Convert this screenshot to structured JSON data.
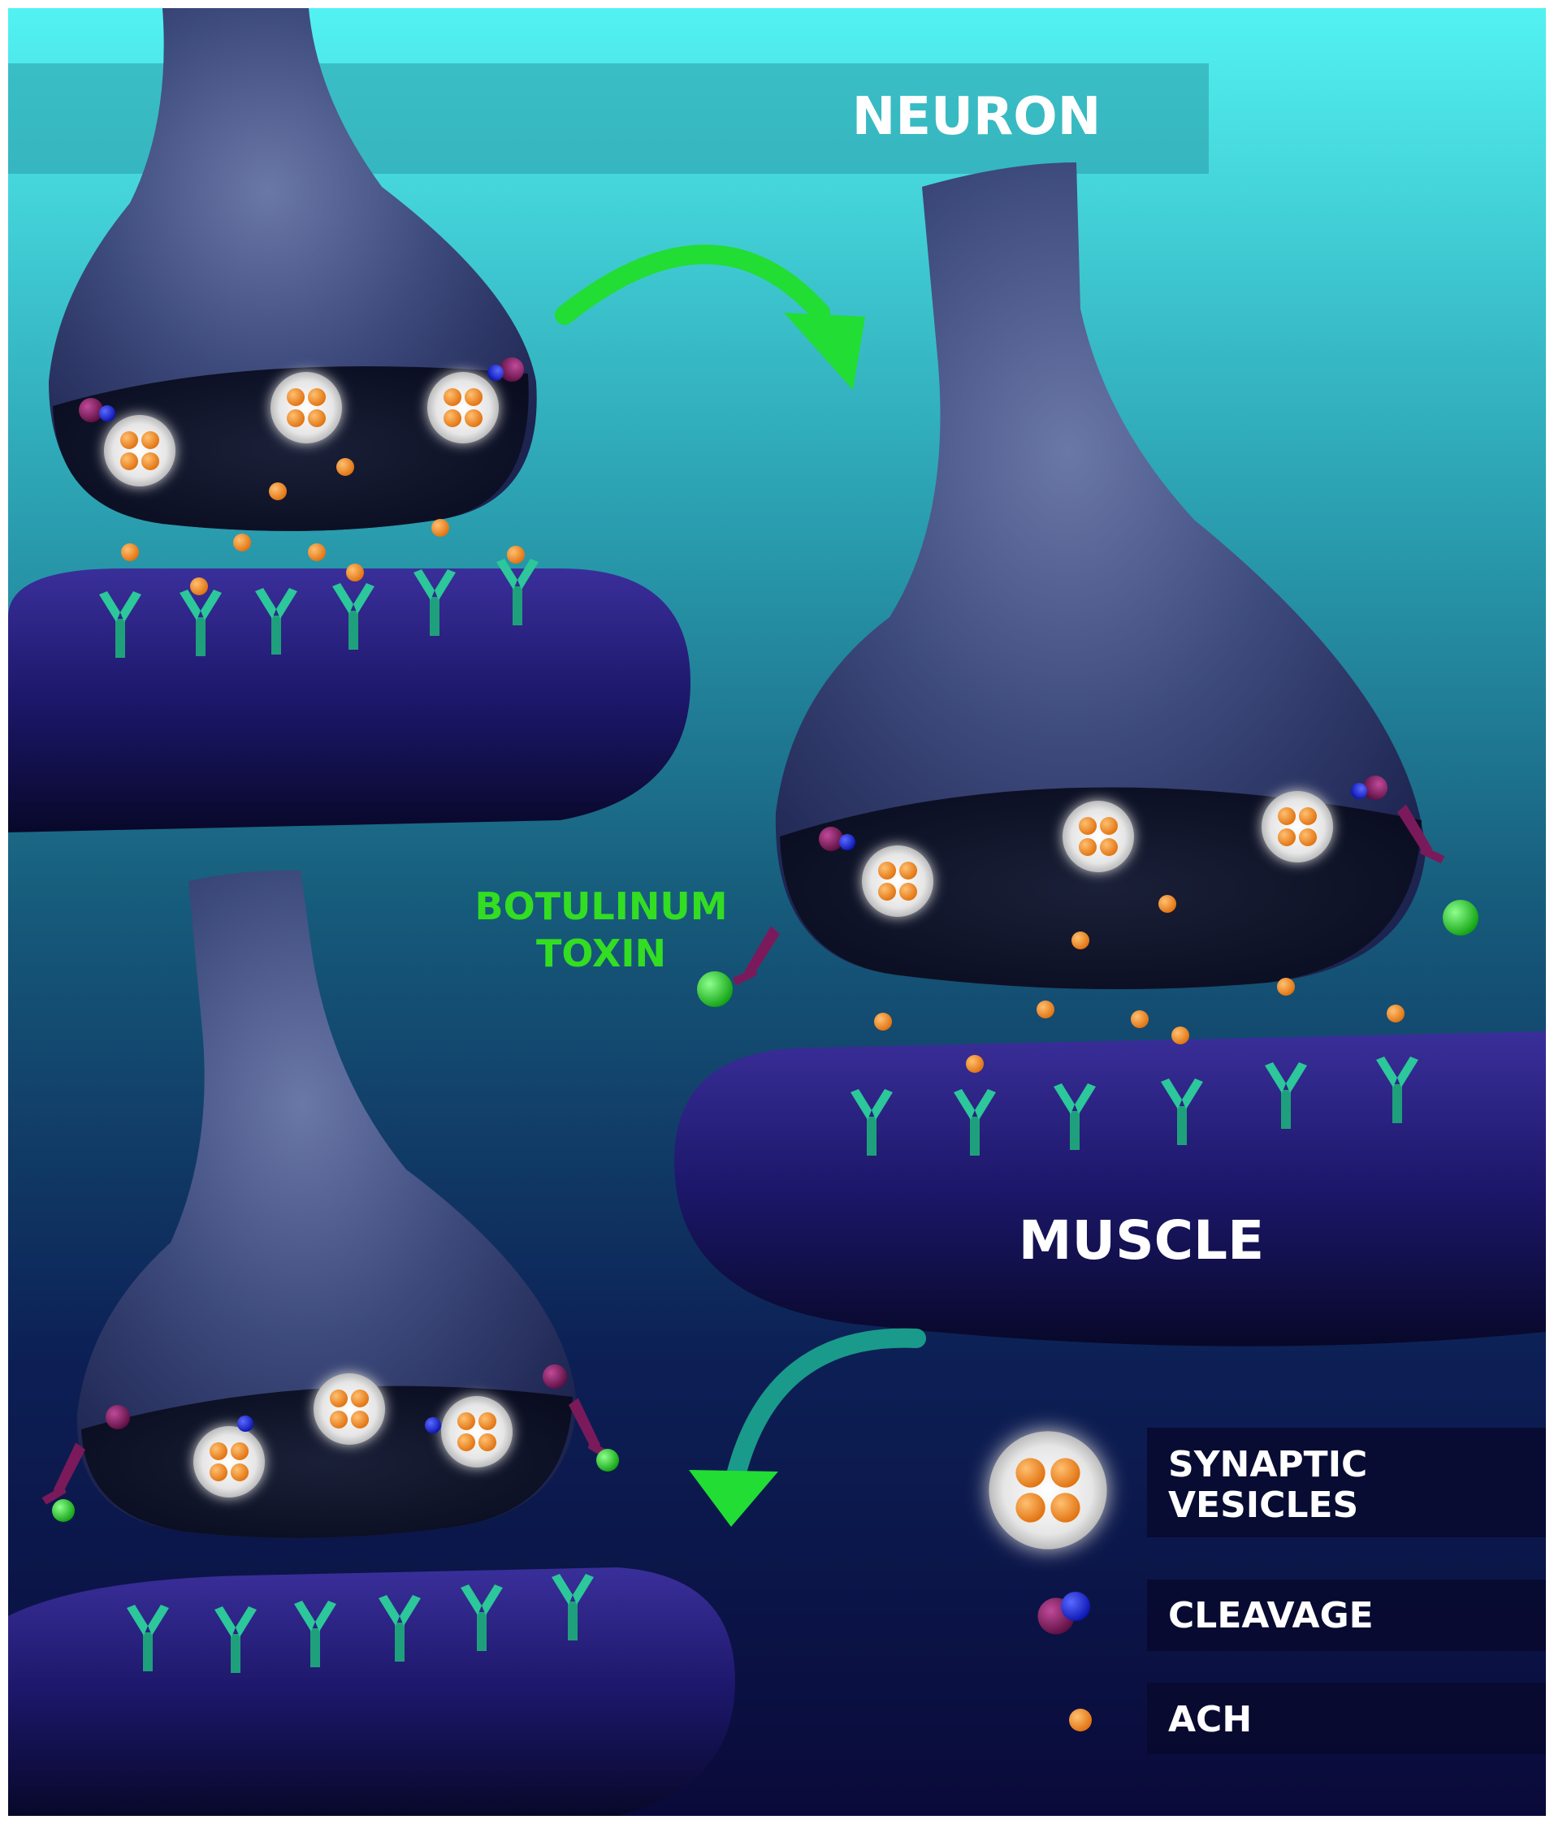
{
  "labels": {
    "neuron": "NEURON",
    "muscle": "MUSCLE",
    "toxin_line1": "BOTULINUM",
    "toxin_line2": "TOXIN"
  },
  "legend": {
    "items": [
      {
        "label_line1": "SYNAPTIC",
        "label_line2": "VESICLES",
        "icon": "synaptic-vesicle-icon"
      },
      {
        "label_line1": "CLEAVAGE",
        "label_line2": "",
        "icon": "cleavage-protein-icon"
      },
      {
        "label_line1": "ACH",
        "label_line2": "",
        "icon": "acetylcholine-icon"
      }
    ]
  },
  "colors": {
    "background_top": "#4ef0f0",
    "background_mid": "#1d6f88",
    "background_bottom": "#0a0b3a",
    "neuron": "#3b4a7a",
    "neuron_dark": "#0b1028",
    "muscle": "#1f1b6e",
    "receptor": "#1fa07c",
    "ach": "#f08a1e",
    "toxin": "#22cc22",
    "cleavage_purple": "#7a1a5a",
    "cleavage_blue": "#1622d6",
    "arrow": "#22dd33",
    "label_white": "#ffffff",
    "label_green": "#33dd22"
  }
}
